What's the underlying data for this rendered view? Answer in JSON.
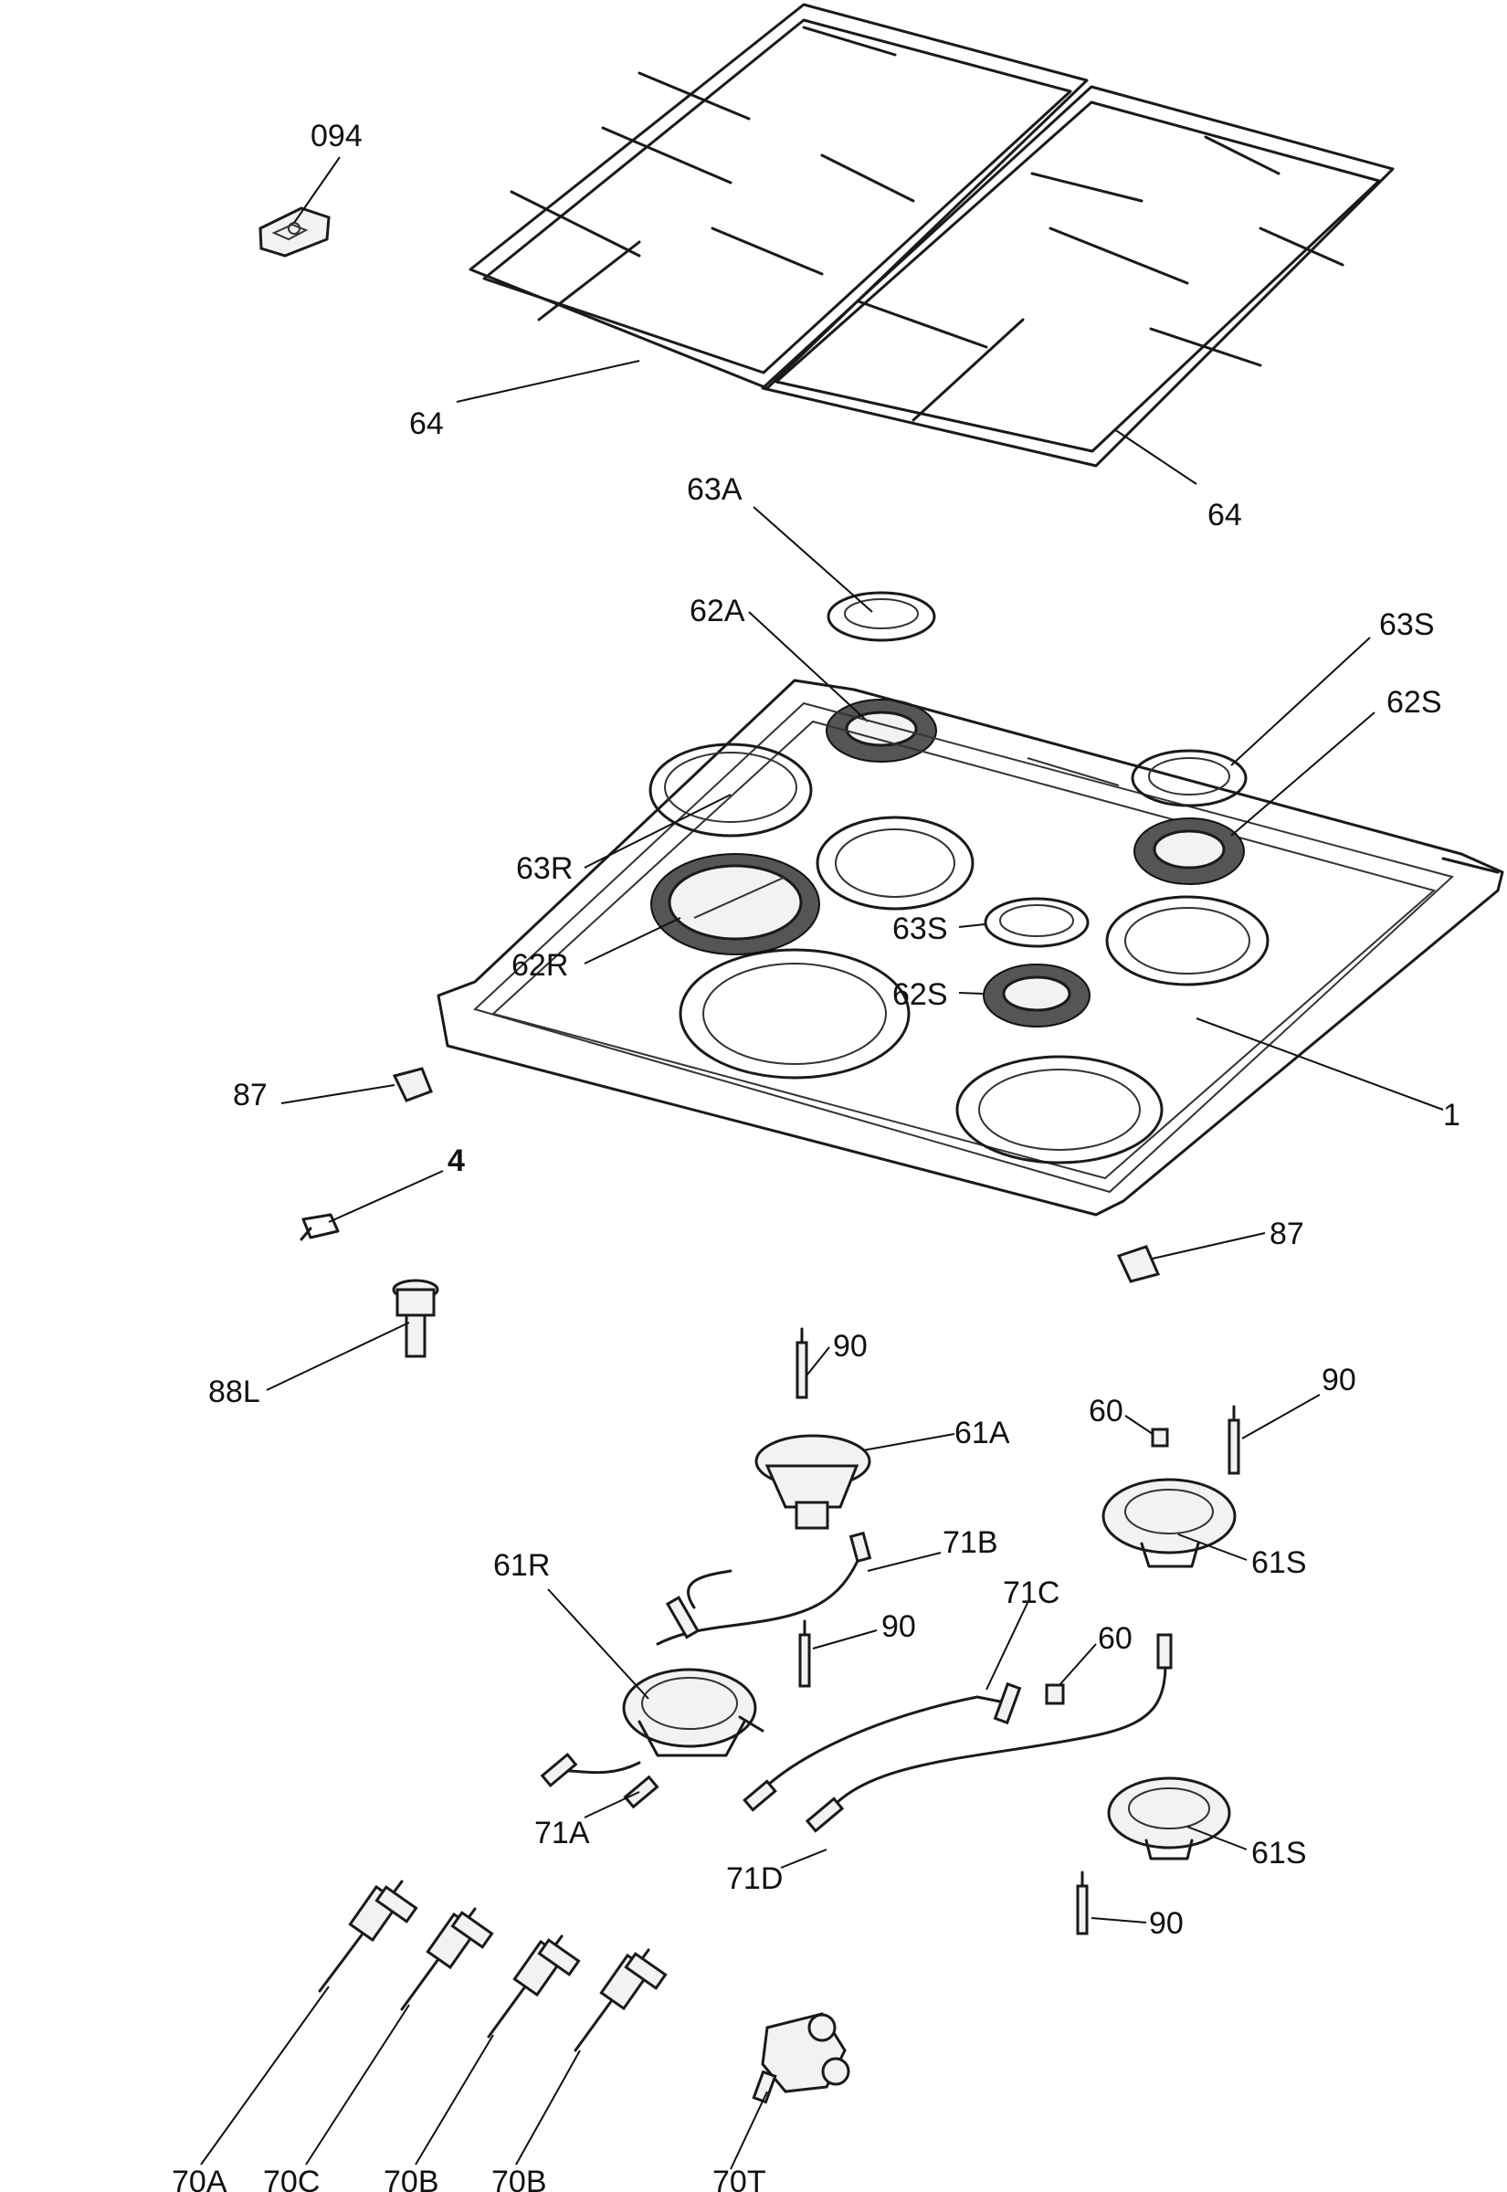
{
  "labels": {
    "l094": "094",
    "l64a": "64",
    "l64b": "64",
    "l63A": "63A",
    "l62A": "62A",
    "l63S_top": "63S",
    "l62S_top": "62S",
    "l63R": "63R",
    "l62R": "62R",
    "l63S_mid": "63S",
    "l62S_mid": "62S",
    "l87a": "87",
    "l1": "1",
    "l4": "4",
    "l87b": "87",
    "l88L": "88L",
    "l90a": "90",
    "l60a": "60",
    "l90b": "90",
    "l61A": "61A",
    "l61S_top": "61S",
    "l61R": "61R",
    "l71B": "71B",
    "l71C": "71C",
    "l90c": "90",
    "l60b": "60",
    "l71A": "71A",
    "l71D": "71D",
    "l61S_bot": "61S",
    "l90d": "90",
    "l70A": "70A",
    "l70C": "70C",
    "l70B_a": "70B",
    "l70B_b": "70B",
    "l70T": "70T"
  }
}
